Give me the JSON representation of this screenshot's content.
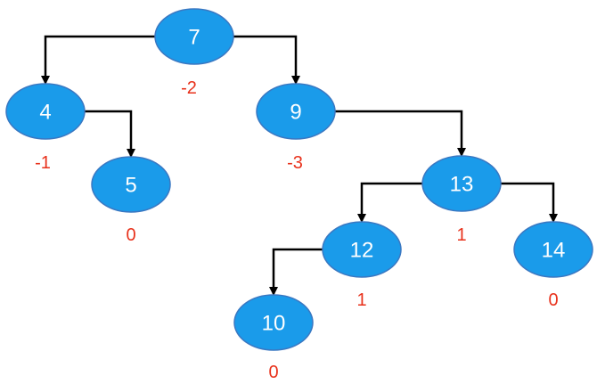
{
  "colors": {
    "node_fill": "#1a9bea",
    "node_stroke": "#3a78c2",
    "edge": "#000000",
    "balance_text": "#e8311b",
    "node_text": "#ffffff"
  },
  "tree": {
    "nodes": [
      {
        "id": "n7",
        "label": "7",
        "balance": "-2"
      },
      {
        "id": "n4",
        "label": "4",
        "balance": "-1"
      },
      {
        "id": "n5",
        "label": "5",
        "balance": "0"
      },
      {
        "id": "n9",
        "label": "9",
        "balance": "-3"
      },
      {
        "id": "n13",
        "label": "13",
        "balance": "1"
      },
      {
        "id": "n12",
        "label": "12",
        "balance": "1"
      },
      {
        "id": "n14",
        "label": "14",
        "balance": "0"
      },
      {
        "id": "n10",
        "label": "10",
        "balance": "0"
      }
    ],
    "edges": [
      {
        "from": "n7",
        "to": "n4"
      },
      {
        "from": "n7",
        "to": "n9"
      },
      {
        "from": "n4",
        "to": "n5"
      },
      {
        "from": "n9",
        "to": "n13"
      },
      {
        "from": "n13",
        "to": "n12"
      },
      {
        "from": "n13",
        "to": "n14"
      },
      {
        "from": "n12",
        "to": "n10"
      }
    ]
  }
}
